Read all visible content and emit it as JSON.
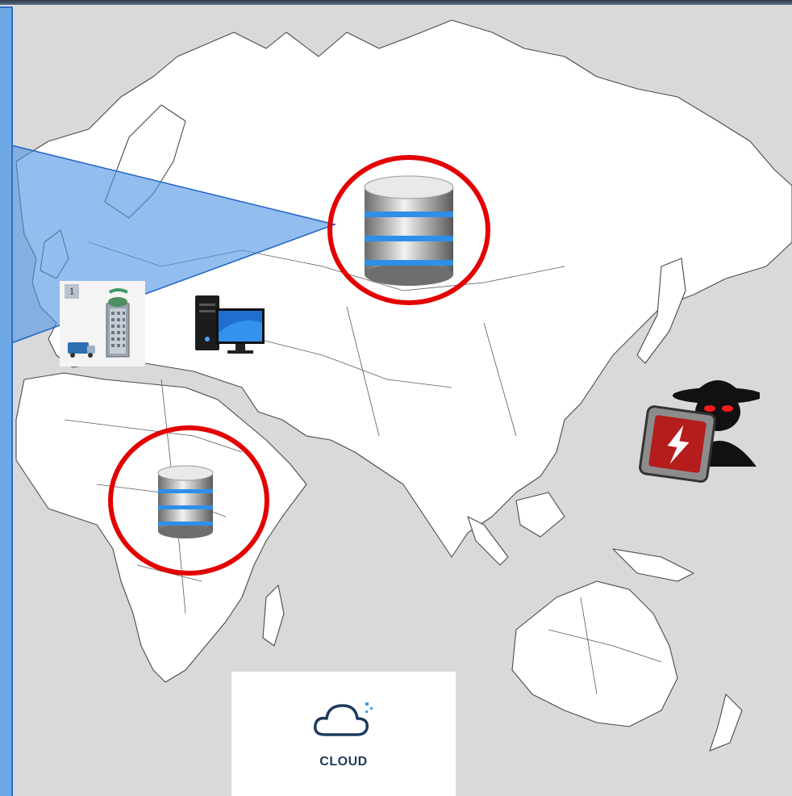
{
  "diagram": {
    "cloud": {
      "label": "CLOUD",
      "icon": "cloud-icon"
    },
    "office": {
      "badge": "1",
      "icon": "office-building-icon"
    },
    "databases": [
      {
        "id": "db-eurasia",
        "icon": "database-icon",
        "highlighted": true
      },
      {
        "id": "db-africa",
        "icon": "database-icon",
        "highlighted": true
      }
    ],
    "workstation": {
      "icon": "desktop-computer-icon"
    },
    "attacker": {
      "icon": "hacker-spy-icon",
      "badge_icon": "lightning-alert-icon"
    },
    "colors": {
      "highlight_ring": "#e30000",
      "overlay_fill": "#4f95e3",
      "overlay_stroke": "#1f64c8",
      "map_bg": "#d9d9d9",
      "land": "#ffffff"
    }
  }
}
